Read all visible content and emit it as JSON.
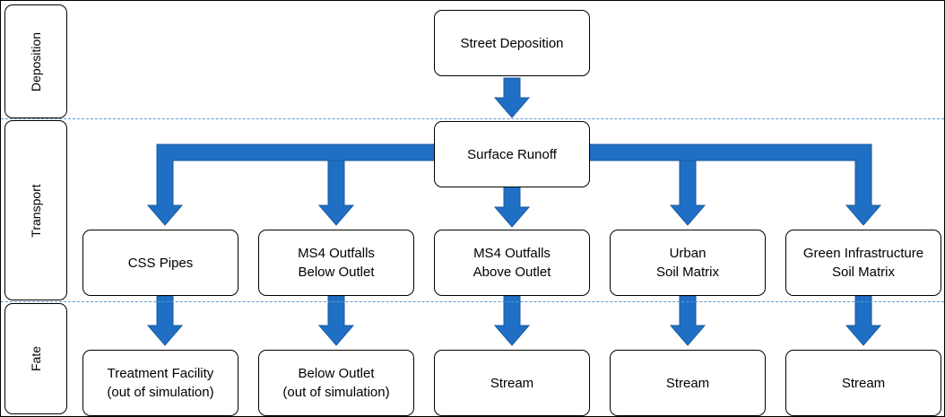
{
  "lanes": {
    "deposition": "Deposition",
    "transport": "Transport",
    "fate": "Fate"
  },
  "nodes": {
    "street_deposition": {
      "line1": "Street Deposition",
      "line2": ""
    },
    "surface_runoff": {
      "line1": "Surface Runoff",
      "line2": ""
    },
    "css_pipes": {
      "line1": "CSS Pipes",
      "line2": ""
    },
    "ms4_below": {
      "line1": "MS4 Outfalls",
      "line2": "Below Outlet"
    },
    "ms4_above": {
      "line1": "MS4 Outfalls",
      "line2": "Above Outlet"
    },
    "urban_soil": {
      "line1": "Urban",
      "line2": "Soil Matrix"
    },
    "green_infra": {
      "line1": "Green Infrastructure",
      "line2": "Soil Matrix"
    },
    "treatment": {
      "line1": "Treatment Facility",
      "line2": "(out of simulation)"
    },
    "below_outlet": {
      "line1": "Below Outlet",
      "line2": "(out of simulation)"
    },
    "stream_1": {
      "line1": "Stream",
      "line2": ""
    },
    "stream_2": {
      "line1": "Stream",
      "line2": ""
    },
    "stream_3": {
      "line1": "Stream",
      "line2": ""
    }
  },
  "colors": {
    "arrow_fill": "#1f6fc5",
    "arrow_stroke": "#1a5aa0",
    "divider": "#5b9bd5"
  }
}
